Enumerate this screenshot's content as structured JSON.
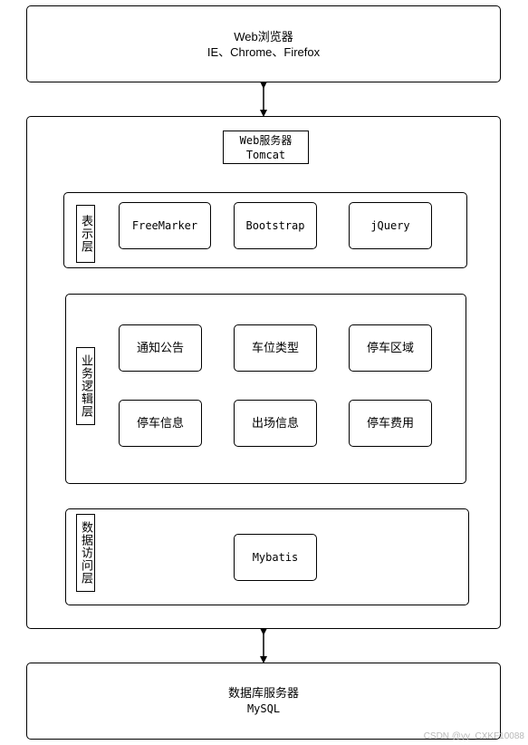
{
  "browser": {
    "title": "Web浏览器",
    "subtitle": "IE、Chrome、Firefox"
  },
  "server": {
    "title": "Web服务器",
    "subtitle": "Tomcat"
  },
  "presentation": {
    "label": "表示层",
    "items": [
      "FreeMarker",
      "Bootstrap",
      "jQuery"
    ]
  },
  "business": {
    "label": "业务逻辑层",
    "items": [
      "通知公告",
      "车位类型",
      "停车区域",
      "停车信息",
      "出场信息",
      "停车费用"
    ]
  },
  "data_access": {
    "label": "数据访问层",
    "items": [
      "Mybatis"
    ]
  },
  "database": {
    "title": "数据库服务器",
    "subtitle": "MySQL"
  },
  "watermark": "CSDN @yy_CXKF10088"
}
